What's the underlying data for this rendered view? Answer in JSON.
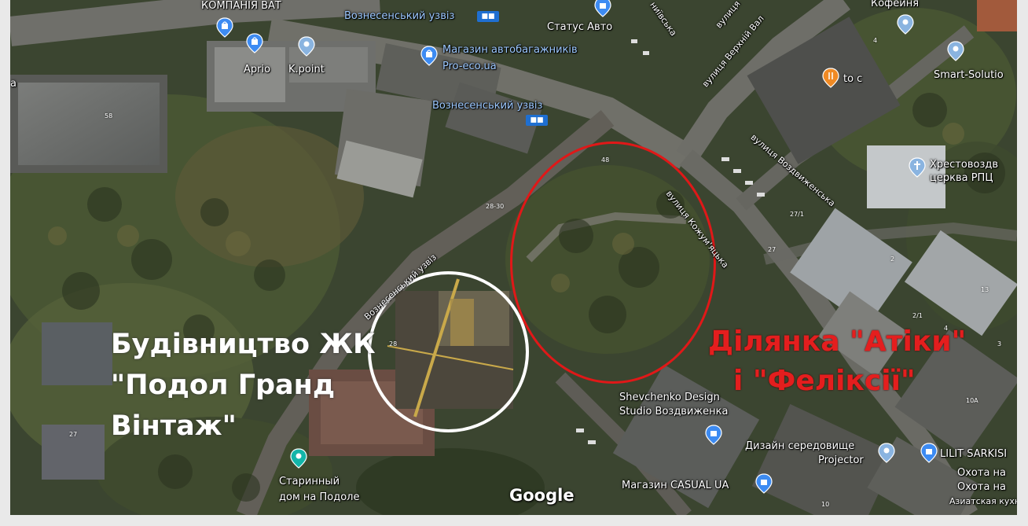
{
  "map": {
    "provider_logo": "Google",
    "labels": {
      "kompaniya_vat": "КОМПАНІЯ ВАТ",
      "voznesenskyi_uzviz_top": "Вознесенський узвіз",
      "status_avto": "Статус Авто",
      "mahazyn_line1": "Магазин автобагажників",
      "mahazyn_line2": "Pro-eco.ua",
      "voznesenskyi_uzviz_mid": "Вознесенський узвіз",
      "aprio": "Apriо",
      "kpoint": "K.point",
      "kofeinia": "Кофейня",
      "smart_solutions": "Smart-Solutio",
      "to_cafe": "to с",
      "vulytsia_verkhnii_val": "вулиця Верхній Вал",
      "vulytsia_vozdvyzhenska": "вулиця Воздвиженська",
      "vulytsia_kozhumiatska": "вулиця Кожум'яцька",
      "nyvska": "ниївська",
      "vulytsia_top": "вулиця",
      "khrestovozdv_line1": "Хрестовоздв",
      "khrestovozdv_line2": "церква РПЦ",
      "voznesenskyi_uzviz_diag": "Вознесенський узвіз",
      "shevchenko_line1": "Shevchenko Design",
      "shevchenko_line2": "Studio Воздвиженка",
      "dyzain_line1": "Дизайн середовище",
      "dyzain_line2": "Projector",
      "lilit_line1": "LILIT SARKISI",
      "okhota_line1": "Охота на",
      "okhota_line2": "Охота на",
      "aziatska": "Азиатская кухн",
      "starynnyi_line1": "Старинный",
      "starynnyi_line2": "дом на Подоле",
      "mahazyn_casual": "Магазин CASUAL UA",
      "left_edge": "а"
    },
    "badges": {
      "bus1": "■■",
      "bus2": "■■"
    },
    "house_numbers": {
      "n58": "58",
      "n48": "48",
      "n2830": "28-30",
      "n28": "28",
      "n27": "27",
      "n271": "27/1",
      "n27b": "27",
      "n2": "2",
      "n21": "2/1",
      "n13": "13",
      "n3": "3",
      "n4": "4",
      "n10a": "10А",
      "n10": "10",
      "n4top": "4"
    },
    "annotations": {
      "construction_line1": "Будівництво ЖК",
      "construction_line2": "\"Подол Гранд",
      "construction_line3": "Вінтаж\"",
      "plot_line1": "Ділянка \"Атіки\"",
      "plot_line2": "і \"Феліксії\""
    },
    "colors": {
      "white_ring": "#ffffff",
      "red_ring": "#e01818",
      "plot_text": "#e41e1e",
      "construction_text": "#ffffff",
      "pin_blue": "#3d8bf2",
      "pin_orange": "#f08a24",
      "pin_teal": "#13b5a9",
      "pin_lightblue": "#8ab4e0"
    },
    "icons": [
      "shopping-bag-pin-icon",
      "location-pin-icon",
      "restaurant-pin-icon",
      "church-pin-icon",
      "cafe-pin-icon",
      "bus-stop-icon"
    ]
  }
}
